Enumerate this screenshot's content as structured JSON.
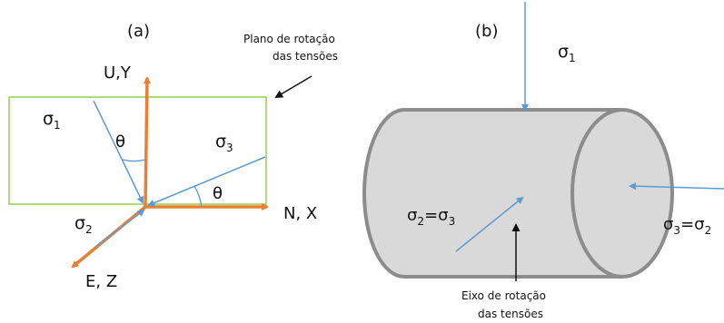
{
  "panel_a": {
    "label": "(a)",
    "plane_note": {
      "line1": "Plano de rotação",
      "line2": "das tensões"
    },
    "axes": {
      "vertical": "U,Y",
      "horizontal": "N, X",
      "depth": "E, Z"
    },
    "stress_labels": {
      "s1": "σ1",
      "s2": "σ2",
      "s3": "σ3"
    },
    "angle": "θ"
  },
  "panel_b": {
    "label": "(b)",
    "s1_label": "σ1",
    "s2_eq_label": "σ2=σ3",
    "s3_eq_label": "σ3=σ2",
    "axis_note": {
      "line1": "Eixo de rotação",
      "line2": "das tensões"
    }
  },
  "colors": {
    "orange": "#ed7d31",
    "blue": "#5b9bd5",
    "green": "#92d050",
    "cylinder_fill": "#d9d9d9",
    "cylinder_stroke": "#8c8c8c"
  }
}
